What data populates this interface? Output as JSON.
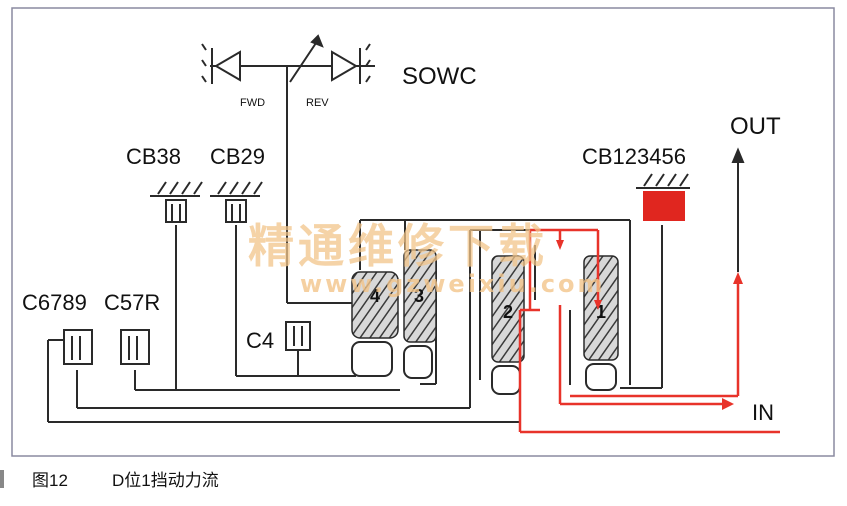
{
  "labels": {
    "sowc": "SOWC",
    "fwd": "FWD",
    "rev": "REV",
    "out": "OUT",
    "in": "IN",
    "cb38": "CB38",
    "cb29": "CB29",
    "cb123456": "CB123456",
    "c6789": "C6789",
    "c57r": "C57R",
    "c4": "C4"
  },
  "gears": [
    "4",
    "3",
    "2",
    "1"
  ],
  "watermark": {
    "title": "精通维修下载",
    "url": "www.gzweixiu.com"
  },
  "caption": {
    "number": "图12",
    "text": "D位1挡动力流"
  },
  "colors": {
    "line": "#2a2a2a",
    "frame": "#8a8aa0",
    "power_flow": "#e8332a",
    "engaged_brake": "#e0261f",
    "watermark": "#f2c48a"
  }
}
